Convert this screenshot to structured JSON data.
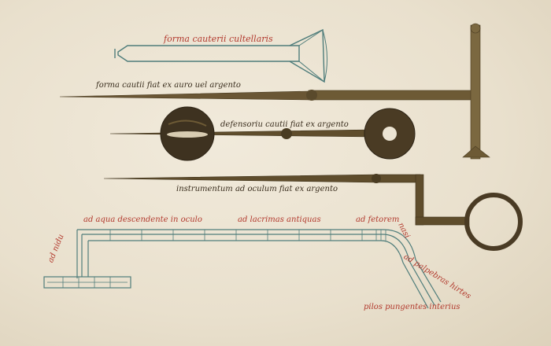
{
  "colors": {
    "parchment": "#ece4d3",
    "ink_red": "#b23a2e",
    "ink_dark": "#3a2e1e",
    "metal_dark": "#5a4a2c",
    "metal_light": "#7b6840",
    "outline_teal": "#4f7d7b"
  },
  "captions": {
    "cautery_knife": "forma cauterii cultellaris",
    "silver_needle": "forma cautii fiat ex auro uel argento",
    "protective_cautery": "defensoriu cautii fiat ex argento",
    "eye_instrument": "instrumentum ad oculum fiat ex argento",
    "water_descending": "ad aqua descendente in oculo",
    "old_tears": "ad lacrimas antiquas",
    "fetor": "ad fetorem",
    "hook_left": "ad nidu",
    "nasi": "nasi",
    "eyelids": "ad palpebras hirtes",
    "inturned_hairs": "pilos pungentes interius"
  }
}
